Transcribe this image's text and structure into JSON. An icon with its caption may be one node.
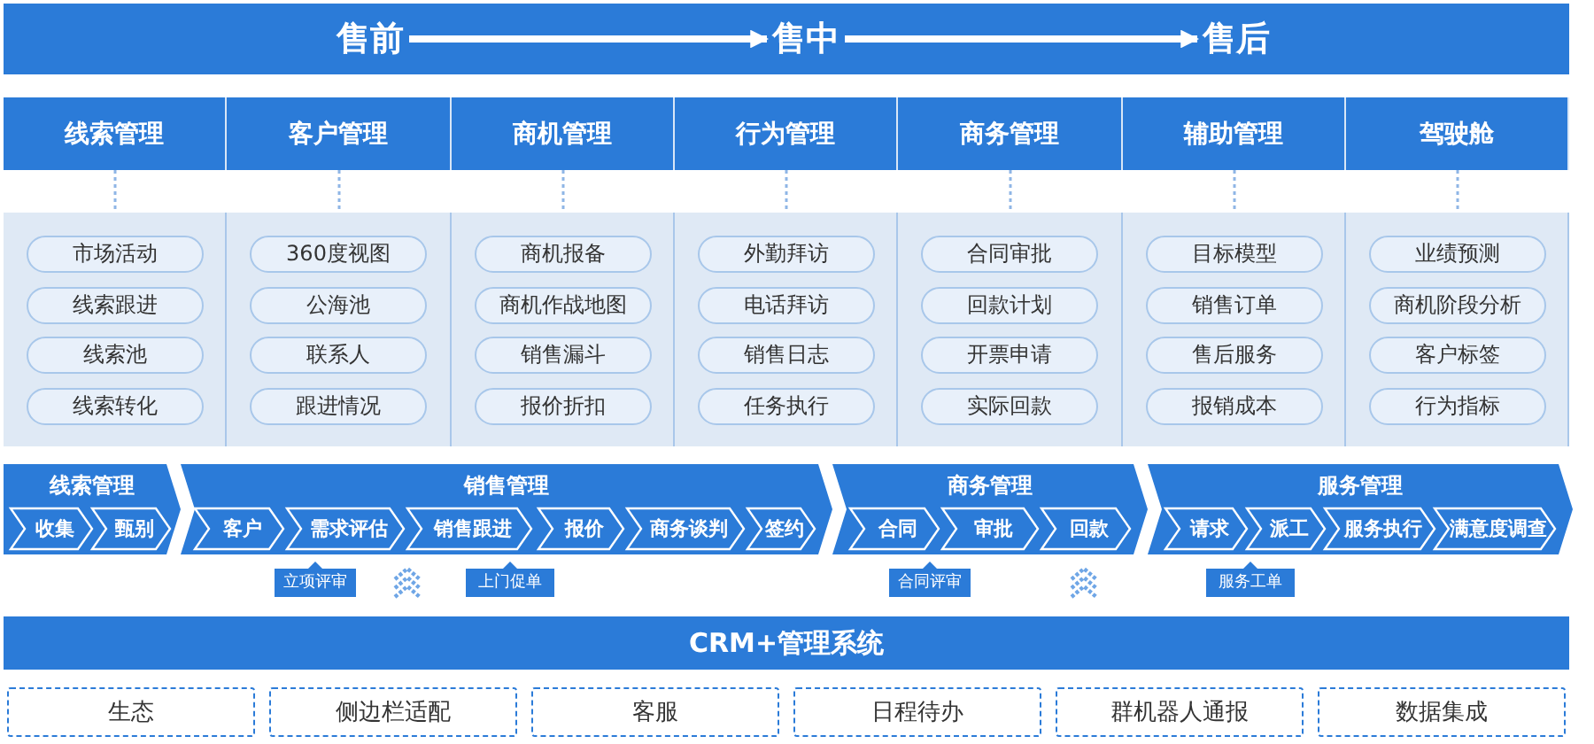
{
  "diagram": {
    "nodes": [
      {
        "text": [
          "售前"
        ]
      },
      {
        "text": [
          "售中"
        ]
      },
      {
        "text": [
          "售后"
        ]
      },
      {
        "text": [
          "线索管理"
        ]
      },
      {
        "text": [
          "客户管理"
        ]
      },
      {
        "text": [
          "商机管理"
        ]
      },
      {
        "text": [
          "行为管理"
        ]
      },
      {
        "text": [
          "商务管理"
        ]
      },
      {
        "text": [
          "辅助管理"
        ]
      },
      {
        "text": [
          "驾驶舱"
        ]
      },
      {
        "text": [],
        "shape": "box"
      },
      {
        "text": [
          "市场活动"
        ],
        "in": 10
      },
      {
        "text": [
          "线索跟进"
        ],
        "in": 10
      },
      {
        "text": [
          "线索池"
        ],
        "in": 10
      },
      {
        "text": [
          "线索转化"
        ],
        "in": 10
      },
      {
        "text": [],
        "shape": "box"
      },
      {
        "text": [
          "360度视图"
        ],
        "in": 15
      },
      {
        "text": [
          "公海池"
        ],
        "in": 15
      },
      {
        "text": [
          "联系人"
        ],
        "in": 15
      },
      {
        "text": [
          "跟进情况"
        ],
        "in": 15
      },
      {
        "text": [],
        "shape": "box"
      },
      {
        "text": [
          "商机报备"
        ],
        "in": 20
      },
      {
        "text": [
          "商机作战地图"
        ],
        "in": 20
      },
      {
        "text": [
          "销售漏斗"
        ],
        "in": 20
      },
      {
        "text": [
          "报价折扣"
        ],
        "in": 20
      },
      {
        "text": [],
        "shape": "box"
      },
      {
        "text": [
          "外勤拜访"
        ],
        "in": 25
      },
      {
        "text": [
          "电话拜访"
        ],
        "in": 25
      },
      {
        "text": [
          "销售日志"
        ],
        "in": 25
      },
      {
        "text": [
          "任务执行"
        ],
        "in": 25
      },
      {
        "text": [],
        "shape": "box"
      },
      {
        "text": [
          "合同审批"
        ],
        "in": 30
      },
      {
        "text": [
          "回款计划"
        ],
        "in": 30
      },
      {
        "text": [
          "开票申请"
        ],
        "in": 30
      },
      {
        "text": [
          "实际回款"
        ],
        "in": 30
      },
      {
        "text": [],
        "shape": "box"
      },
      {
        "text": [
          "目标模型"
        ],
        "in": 35
      },
      {
        "text": [
          "销售订单"
        ],
        "in": 35
      },
      {
        "text": [
          "售后服务"
        ],
        "in": 35
      },
      {
        "text": [
          "报销成本"
        ],
        "in": 35
      },
      {
        "text": [],
        "shape": "box"
      },
      {
        "text": [
          "业绩预测"
        ],
        "in": 40
      },
      {
        "text": [
          "商机阶段分析"
        ],
        "in": 40
      },
      {
        "text": [
          "客户标签"
        ],
        "in": 40
      },
      {
        "text": [
          "行为指标"
        ],
        "in": 40
      },
      {
        "text": [
          "线索管理"
        ]
      },
      {
        "text": [
          "收集"
        ],
        "in": 45
      },
      {
        "text": [
          "甄别"
        ],
        "in": 45
      },
      {
        "text": [
          "销售管理"
        ]
      },
      {
        "text": [
          "客户"
        ],
        "in": 48
      },
      {
        "text": [
          "需求评估"
        ],
        "in": 48
      },
      {
        "text": [
          "销售跟进"
        ],
        "in": 48
      },
      {
        "text": [
          "报价"
        ],
        "in": 48
      },
      {
        "text": [
          "商务谈判"
        ],
        "in": 48
      },
      {
        "text": [
          "签约"
        ],
        "in": 48
      },
      {
        "text": [
          "商务管理"
        ]
      },
      {
        "text": [
          "合同"
        ],
        "in": 55
      },
      {
        "text": [
          "审批"
        ],
        "in": 55
      },
      {
        "text": [
          "回款"
        ],
        "in": 55
      },
      {
        "text": [
          "服务管理"
        ]
      },
      {
        "text": [
          "请求"
        ],
        "in": 59
      },
      {
        "text": [
          "派工"
        ],
        "in": 59
      },
      {
        "text": [
          "服务执行"
        ],
        "in": 59
      },
      {
        "text": [
          "满意度调查"
        ],
        "in": 59
      },
      {
        "text": [
          "立项评审"
        ]
      },
      {
        "text": [
          "上门促单"
        ]
      },
      {
        "text": [
          "合同评审"
        ]
      },
      {
        "text": [
          "服务工单"
        ]
      },
      {
        "text": [
          "CRM+管理系统"
        ]
      },
      {
        "text": [
          "生态"
        ]
      },
      {
        "text": [
          "侧边栏适配"
        ]
      },
      {
        "text": [
          "客服"
        ]
      },
      {
        "text": [
          "日程待办"
        ]
      },
      {
        "text": [
          "群机器人通报"
        ]
      },
      {
        "text": [
          "数据集成"
        ]
      }
    ],
    "edges": [
      {
        "from": 0,
        "to": 1,
        "arrow": "to",
        "style": "thick",
        "color": "#ffffff"
      },
      {
        "from": 1,
        "to": 2,
        "arrow": "to",
        "style": "thick",
        "color": "#ffffff"
      },
      {
        "from": 3,
        "to": 10,
        "arrow": "none",
        "style": "dashed"
      },
      {
        "from": 4,
        "to": 15,
        "arrow": "none",
        "style": "dashed"
      },
      {
        "from": 5,
        "to": 20,
        "arrow": "none",
        "style": "dashed"
      },
      {
        "from": 6,
        "to": 25,
        "arrow": "none",
        "style": "dashed"
      },
      {
        "from": 7,
        "to": 30,
        "arrow": "none",
        "style": "dashed"
      },
      {
        "from": 8,
        "to": 35,
        "arrow": "none",
        "style": "dashed"
      },
      {
        "from": 9,
        "to": 40,
        "arrow": "none",
        "style": "dashed"
      }
    ]
  }
}
